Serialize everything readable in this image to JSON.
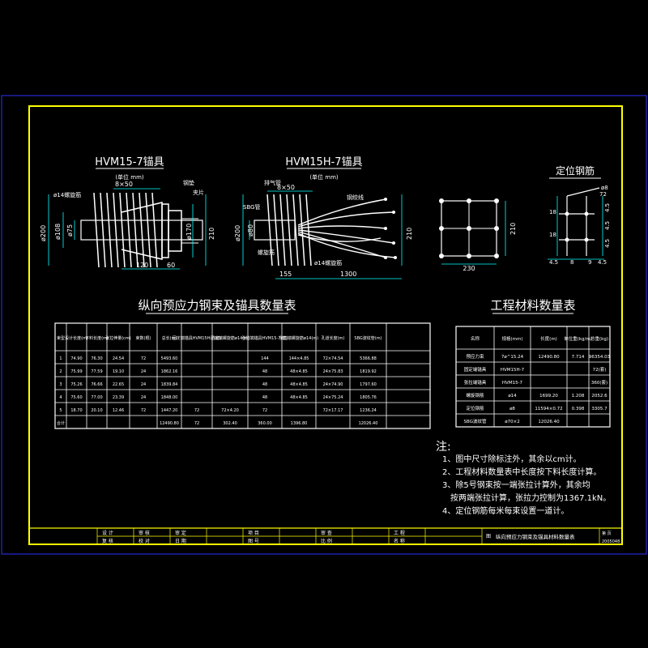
{
  "colors": {
    "background": "#000000",
    "outer_border": "#3030ff",
    "frame": "#ffff00",
    "text": "#ffffff",
    "dim": "#00ffff",
    "accent": "#00ff00"
  },
  "drawing1": {
    "title": "HVM15-7锚具",
    "unit": "(单位 mm)",
    "dims": [
      "ø14螺旋筋",
      "8×50",
      "钢垫",
      "夹片",
      "ø200",
      "ø108",
      "ø75",
      "ø170",
      "210",
      "120",
      "60"
    ]
  },
  "drawing2": {
    "title": "HVM15H-7锚具",
    "unit": "(单位 mm)",
    "dims": [
      "排气管",
      "8×50",
      "钢绞线",
      "SBG管",
      "ø200",
      "ø80",
      "210",
      "螺旋筋",
      "ø14螺旋筋",
      "155",
      "1300"
    ]
  },
  "drawing3": {
    "title": "定位钢筋",
    "dims": [
      "ø8",
      "72",
      "18",
      "18",
      "4.5",
      "4.5",
      "8",
      "9",
      "4.5",
      "4.5",
      "4.5",
      "230",
      "210"
    ]
  },
  "table1": {
    "title": "纵向预应力钢束及锚具数量表",
    "headers": [
      "束型",
      "设计长度(m)",
      "下料长度(m)",
      "张拉伸量(cm)",
      "束数(根)",
      "总长(m)",
      "固定端锚具HVM15H-7(套)",
      "固定端螺旋筋ø14(m)",
      "张拉端锚具HVM15-7(套)",
      "张拉端螺旋筋ø14(m)",
      "孔道长度(m)",
      "SBG波纹管(m)"
    ],
    "rows": [
      [
        "1",
        "74.90",
        "76.30",
        "24.54",
        "72",
        "5493.60",
        "",
        "",
        "144",
        "144×4.85",
        "72×74.54",
        "5366.88"
      ],
      [
        "2",
        "75.99",
        "77.59",
        "19.10",
        "24",
        "1862.16",
        "",
        "",
        "48",
        "48×4.85",
        "24×75.83",
        "1819.92"
      ],
      [
        "3",
        "75.26",
        "76.66",
        "22.65",
        "24",
        "1839.84",
        "",
        "",
        "48",
        "48×4.85",
        "24×74.90",
        "1797.60"
      ],
      [
        "4",
        "75.60",
        "77.00",
        "23.39",
        "24",
        "1848.00",
        "",
        "",
        "48",
        "48×4.85",
        "24×75.24",
        "1805.76"
      ],
      [
        "5",
        "18.70",
        "20.10",
        "12.46",
        "72",
        "1447.20",
        "72",
        "72×4.20",
        "72",
        "",
        "72×17.17",
        "1236.24"
      ],
      [
        "合计",
        "",
        "",
        "",
        "",
        "12490.80",
        "72",
        "302.40",
        "360.00",
        "1396.80",
        "",
        "12026.40"
      ]
    ]
  },
  "table2": {
    "title": "工程材料数量表",
    "headers": [
      "名称",
      "规格(mm)",
      "长度(m)",
      "单位重(kg/m)",
      "总重(kg)"
    ],
    "rows": [
      [
        "预应力束",
        "7ø^15.24",
        "12490.80",
        "7.714",
        "96354.03"
      ],
      [
        "固定端锚具",
        "HVM15H-7",
        "",
        "",
        "72(套)"
      ],
      [
        "张拉端锚具",
        "HVM15-7",
        "",
        "",
        "360(套)"
      ],
      [
        "螺旋钢筋",
        "ø14",
        "1699.20",
        "1.208",
        "2052.6"
      ],
      [
        "定位钢筋",
        "ø8",
        "11594×0.72",
        "0.398",
        "3305.7"
      ],
      [
        "SBG波纹管",
        "ø70×2",
        "12026.40",
        "",
        ""
      ]
    ]
  },
  "notes": {
    "title": "注:",
    "items": [
      "1、图中尺寸除标注外，其余以cm计。",
      "2、工程材料数量表中长度按下料长度计算。",
      "3、除5号钢束按一端张拉计算外，其余均",
      "按两端张拉计算，张拉力控制为1367.1kN。",
      "4、定位钢筋每米每束设置一道计。"
    ]
  },
  "title_block": {
    "cells": [
      "设 计",
      "复 核",
      "审 核",
      "校 对",
      "审 定",
      "日 期",
      "项 目",
      "图 号",
      "审 查",
      "比 例",
      "工 程",
      "名 称"
    ],
    "drawing_title": "纵向预应力钢束及锚具材料数量表",
    "label": "图",
    "sheet": "第 页",
    "number": "2005048"
  }
}
